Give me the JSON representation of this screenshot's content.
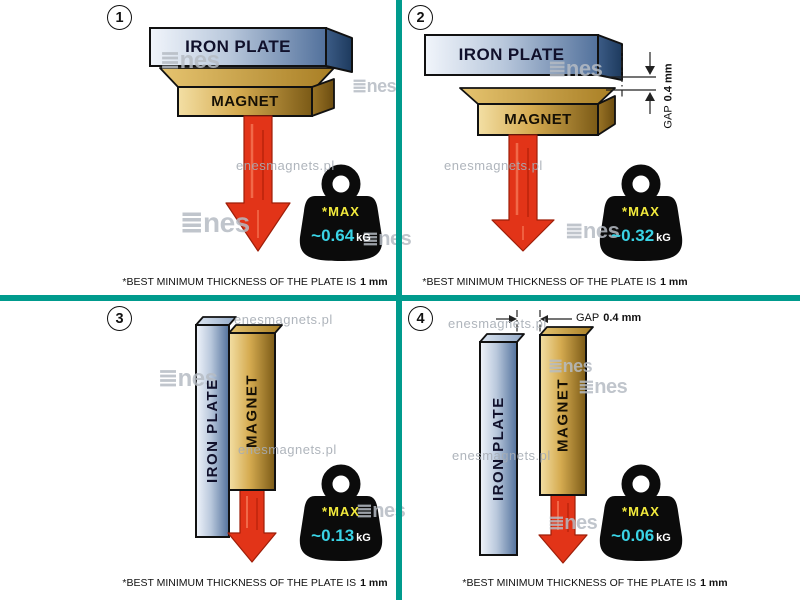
{
  "colors": {
    "divider": "#009b8d",
    "plate_steel": "#8ba3c2",
    "magnet_gold": "#d6ac52",
    "arrow_red": "#e23418",
    "weight_black": "#0b0b0b",
    "max_yellow": "#f2ea3c",
    "value_cyan": "#3ad4e6"
  },
  "watermark": {
    "url": "enesmagnets.pl",
    "logo": "≣nes"
  },
  "caption": {
    "text": "*BEST MINIMUM THICKNESS OF THE PLATE IS",
    "bold": "1 mm"
  },
  "panels": [
    {
      "number": "1",
      "plate": "IRON PLATE",
      "magnet": "MAGNET",
      "max": "*MAX",
      "value": "~0.64",
      "unit": "kG"
    },
    {
      "number": "2",
      "plate": "IRON PLATE",
      "magnet": "MAGNET",
      "max": "*MAX",
      "value": "~0.32",
      "unit": "kG",
      "gap_label": "GAP",
      "gap_value": "0.4 mm"
    },
    {
      "number": "3",
      "plate": "IRON PLATE",
      "magnet": "MAGNET",
      "max": "*MAX",
      "value": "~0.13",
      "unit": "kG"
    },
    {
      "number": "4",
      "plate": "IRON PLATE",
      "magnet": "MAGNET",
      "max": "*MAX",
      "value": "~0.06",
      "unit": "kG",
      "gap_label": "GAP",
      "gap_value": "0.4 mm"
    }
  ]
}
